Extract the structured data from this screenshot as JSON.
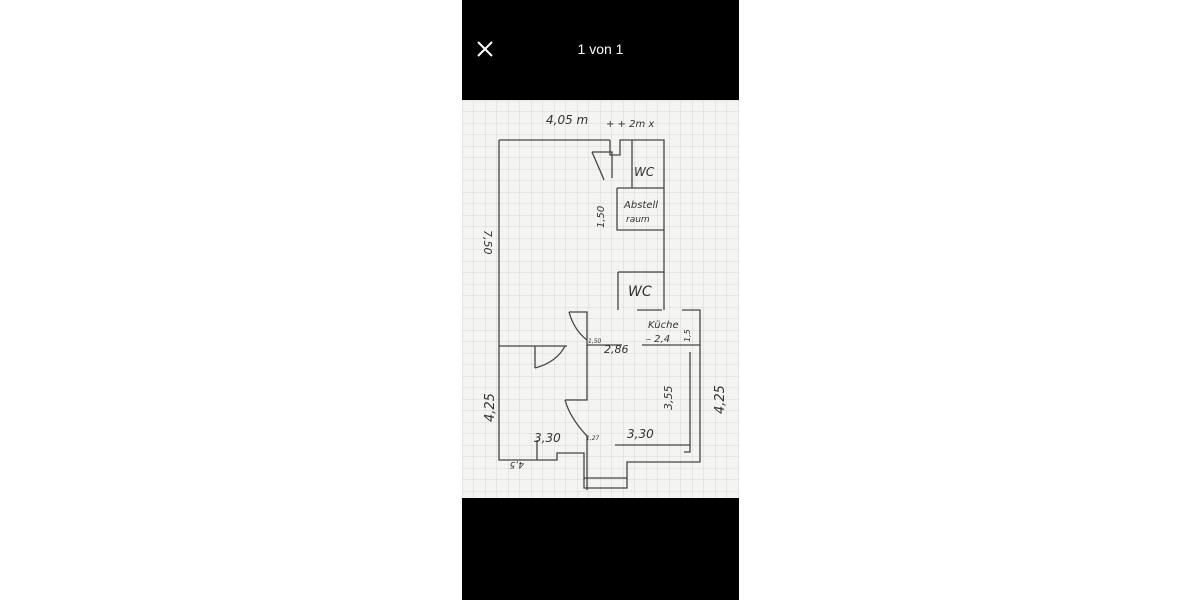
{
  "header": {
    "title": "1 von 1",
    "close_icon": "close-icon"
  },
  "photo": {
    "description_type": "hand-drawn floor plan on grid paper",
    "labels": {
      "top_width": "4,05 m",
      "top_width2": "+ + 2m x",
      "wc_upper": "WC",
      "storage_1": "Abstell",
      "storage_2": "raum",
      "storage_dim": "1,50",
      "left_height": "7,50",
      "wc_lower": "WC",
      "kitchen": "Küche",
      "kitchen_dim": "– 2,4",
      "kitchen_side": "1,5",
      "door_small": "1,50",
      "door_width": "2,86",
      "room_height": "3,55",
      "left_lower": "4,25",
      "right_lower": "4,25",
      "bottom_left": "3,30",
      "bottom_mid": "1,27",
      "bottom_right": "3,30",
      "corner": "4,5"
    }
  }
}
